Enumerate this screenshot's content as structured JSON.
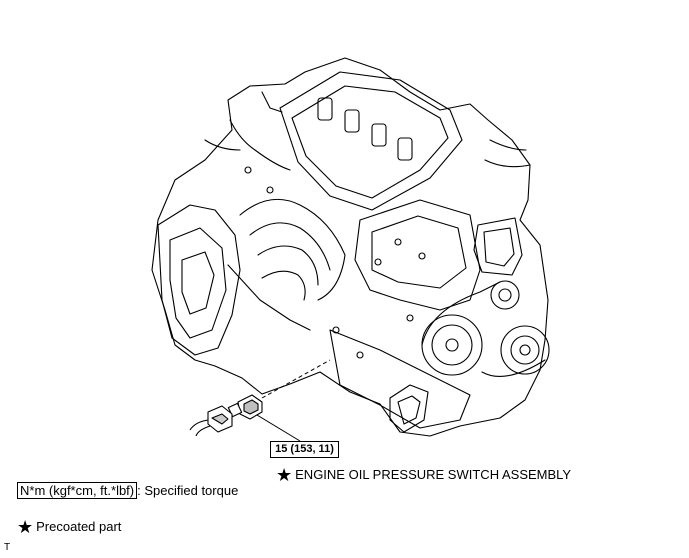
{
  "torque_value": "15 (153, 11)",
  "part_name": "ENGINE OIL PRESSURE SWITCH ASSEMBLY",
  "legend": {
    "torque_unit": "N*m (kgf*cm, ft.*lbf)",
    "torque_desc": ": Specified torque",
    "precoated_label": "Precoated part"
  },
  "footer_mark": "T",
  "icons": {
    "precoat": "star-icon"
  }
}
